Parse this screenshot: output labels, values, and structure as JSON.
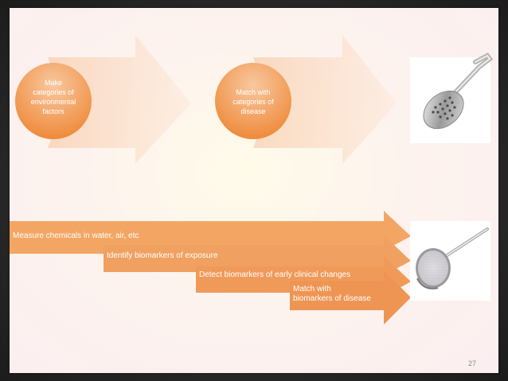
{
  "slide": {
    "page_number": "27",
    "top_process": {
      "steps": [
        "Make\ncategories of\nenvironmental\nfactors",
        "Match with\ncategories of\ndisease"
      ]
    },
    "bottom_process": {
      "steps": [
        "Measure chemicals in water, air, etc",
        "Identify biomarkers of exposure",
        "Detect biomarkers of early clinical changes",
        "Match with\nbiomarkers of disease"
      ]
    },
    "images": {
      "top": "slotted-spoon-image",
      "bottom": "fine-mesh-strainer-image"
    },
    "colors": {
      "orange_dark": "#f09a4c",
      "orange_light": "#fbe0cc",
      "circle_top": "#f6b98a",
      "circle_bottom": "#ee8a3a"
    }
  }
}
